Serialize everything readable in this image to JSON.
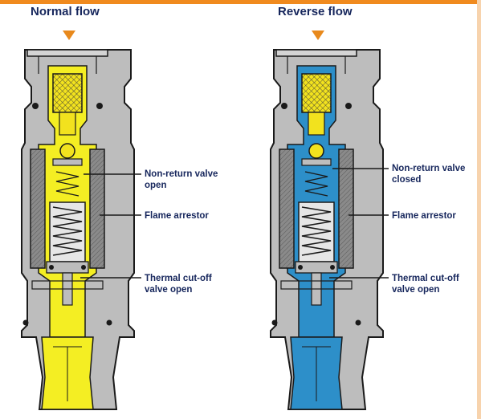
{
  "panels": {
    "normal": {
      "title": "Normal flow",
      "fill_color": "#f4ee23",
      "labels": {
        "non_return_line1": "Non-return valve",
        "non_return_line2": "open",
        "flame_arrestor": "Flame arrestor",
        "thermal_line1": "Thermal cut-off",
        "thermal_line2": "valve open"
      }
    },
    "reverse": {
      "title": "Reverse flow",
      "fill_color": "#2d8fc9",
      "labels": {
        "non_return_line1": "Non-return valve",
        "non_return_line2": "closed",
        "flame_arrestor": "Flame arrestor",
        "thermal_line1": "Thermal cut-off",
        "thermal_line2": "valve open"
      }
    }
  },
  "colors": {
    "body": "#bdbdbd",
    "outline": "#1a1a1a",
    "arrestor": "#7a7a7a",
    "arrow": "#e8891c",
    "accent": "#f08a1e",
    "text": "#16265c"
  },
  "icons": [
    "flow-direction-arrow-icon"
  ]
}
